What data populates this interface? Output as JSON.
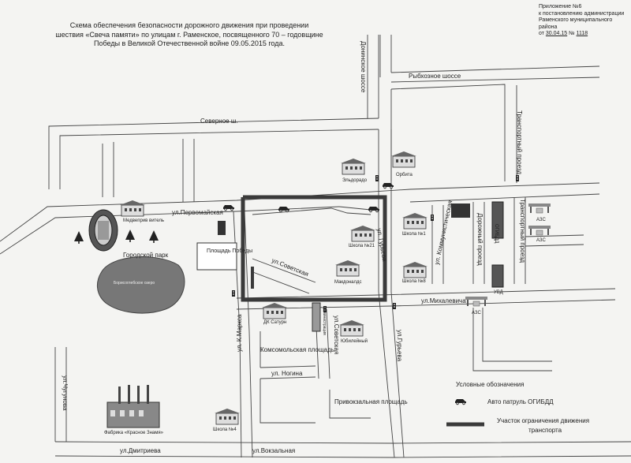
{
  "header": {
    "title_line1": "Схема обеспечения безопасности дорожного движения  при проведении",
    "title_line2": "шествия «Свеча памяти» по улицам г. Раменское, посвященного 70 – годовщине",
    "title_line3": "Победы в Великой Отечественной войне 09.05.2015 года.",
    "appendix_line1": "Приложение №6",
    "appendix_line2": "к постановлению  администрации",
    "appendix_line3": "Раменского муниципального района",
    "appendix_date_prefix": "от",
    "appendix_date": "30.04.15",
    "appendix_no_prefix": "№",
    "appendix_no": "1118"
  },
  "streets": {
    "doninskoe": "Донинское шоссе",
    "rybkhoznoe": "Рыбхозное шоссе",
    "severnoe": "Северное ш.",
    "transportny_1": "Транспортный проезд",
    "transportny_2": "Транспортный проезд",
    "pervomayskaya": "ул.Первомайская",
    "sovetskaya_diag": "ул.Советская",
    "guryeva_1": "ул. Гурьева",
    "kommunisticheskaya": "ул. Коммунистическая",
    "dorozhny": "Дорожный проезд",
    "mikhalevicha": "ул.Михалевича",
    "k_marksa": "ул. К.Маркса",
    "sovetskaya_2": "ул.Советская",
    "guryeva_2": "ул.Гурьева",
    "nogina": "ул. Ногина",
    "chugunova": "ул.Чугунова",
    "dmitrieva": "ул.Дмитриева",
    "vokzalnaya": "ул.Вокзальная"
  },
  "places": {
    "orbita": "Орбита",
    "eldorado": "Эльдорадо",
    "stadium": "Медвеприв витель",
    "park": "Городской парк",
    "square": "Площадь Победы",
    "lake": "Борисоглебское озеро",
    "school21": "Школа №21",
    "mdonalds": "Макдоналдс",
    "school1": "Школа №1",
    "school8": "Школа №8",
    "ogibdd": "ОГИБДД",
    "uvd": "УВД",
    "azs1": "АЗС",
    "azs2": "АЗС",
    "azs3": "АЗС",
    "saturn": "ДК Сатурн",
    "administration": "Администрация",
    "yubileyny": "Юбилейный",
    "komsomolskaya": "Комсомольская площадь",
    "privokzalnaya": "Привокзальная площадь",
    "factory": "Фабрика «Красное Знамя»",
    "school4": "Школа №4"
  },
  "legend": {
    "title": "Условные обозначения",
    "patrol": "Авто патруль ОГИБДД",
    "restriction_line1": "Участок ограничения движения",
    "restriction_line2": "транспорта"
  },
  "colors": {
    "road_outline": "#444444",
    "route": "#3a3a3a",
    "paper": "#f4f4f2"
  }
}
